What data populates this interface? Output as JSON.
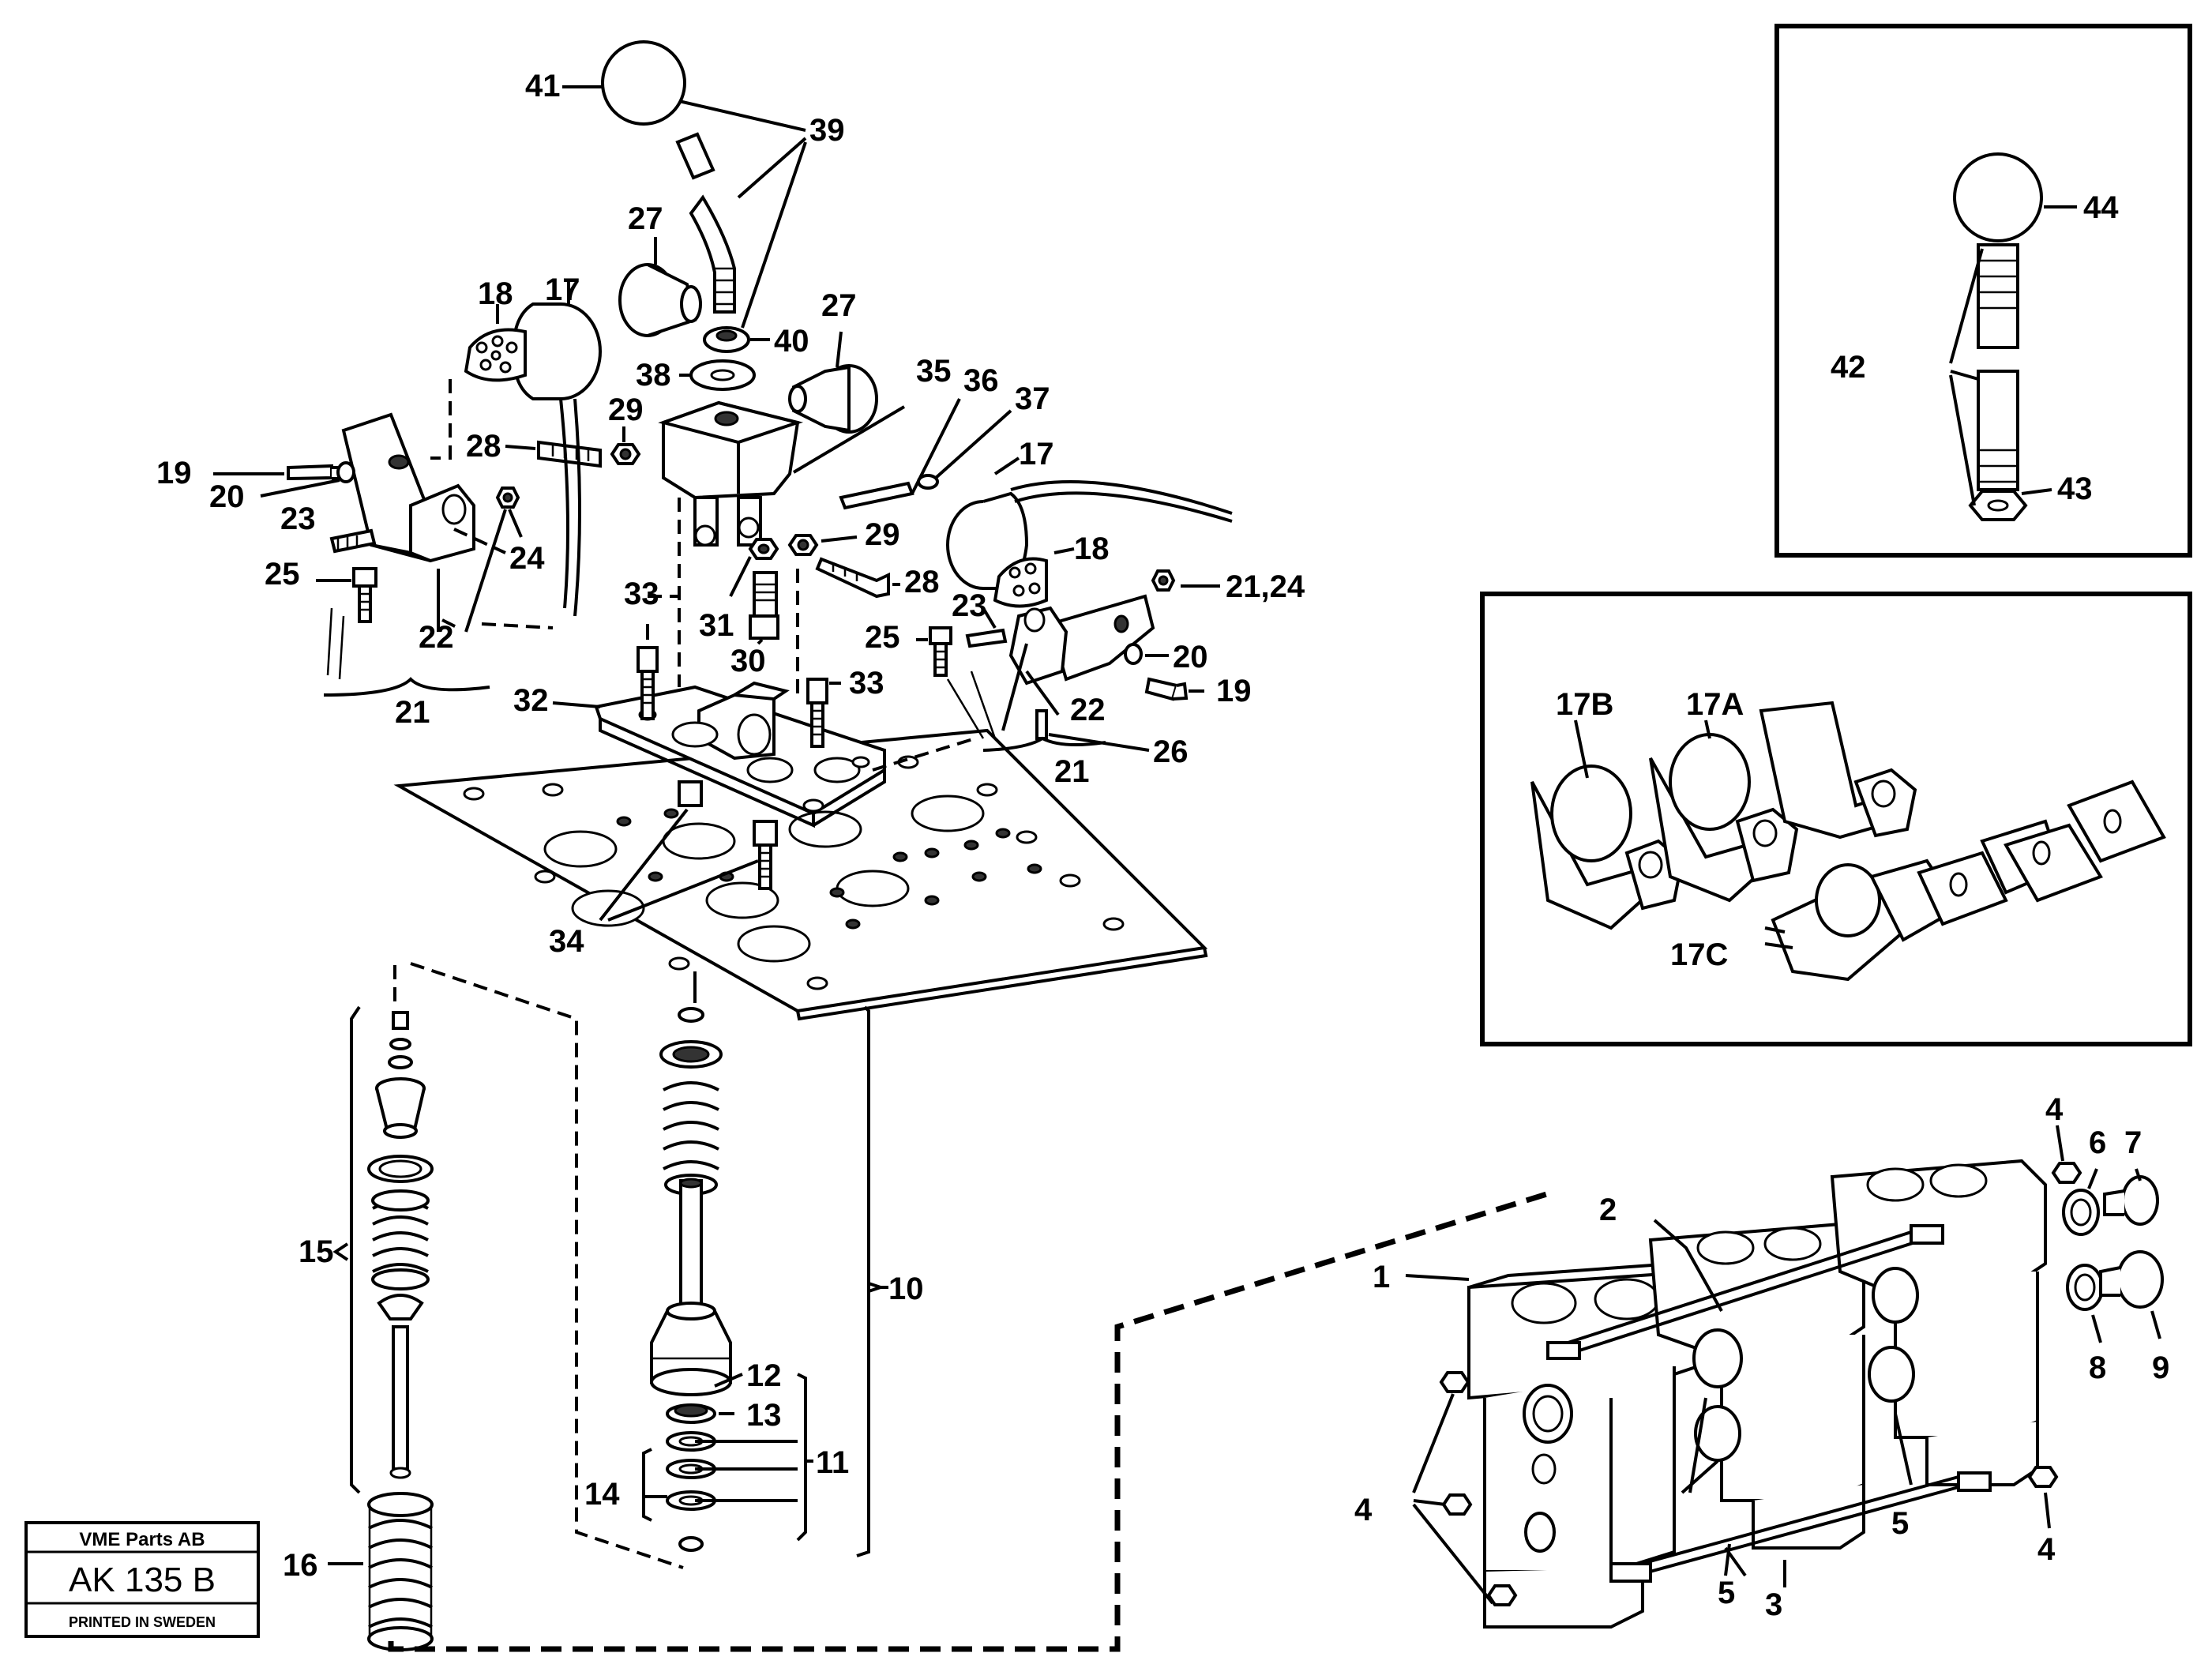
{
  "callouts": {
    "c1": "1",
    "c2": "2",
    "c3": "3",
    "c4a": "4",
    "c4b": "4",
    "c4c": "4",
    "c5a": "5",
    "c5b": "5",
    "c6": "6",
    "c7": "7",
    "c8": "8",
    "c9": "9",
    "c10": "10",
    "c11": "11",
    "c12": "12",
    "c13": "13",
    "c14": "14",
    "c15": "15",
    "c16": "16",
    "c17a": "17",
    "c17b": "17",
    "c18a": "18",
    "c18b": "18",
    "c19a": "19",
    "c19b": "19",
    "c20a": "20",
    "c20b": "20",
    "c21a": "21",
    "c21b": "21",
    "c21_24": "21,24",
    "c22a": "22",
    "c22b": "22",
    "c23a": "23",
    "c23b": "23",
    "c24": "24",
    "c25a": "25",
    "c25b": "25",
    "c26": "26",
    "c27a": "27",
    "c27b": "27",
    "c28a": "28",
    "c28b": "28",
    "c29a": "29",
    "c29b": "29",
    "c30": "30",
    "c31": "31",
    "c32": "32",
    "c33a": "33",
    "c33b": "33",
    "c34": "34",
    "c35": "35",
    "c36": "36",
    "c37": "37",
    "c38": "38",
    "c39": "39",
    "c40": "40",
    "c41": "41",
    "c42": "42",
    "c43": "43",
    "c44": "44",
    "c17A": "17A",
    "c17B": "17B",
    "c17C": "17C"
  },
  "stamp": {
    "company": "VME Parts AB",
    "code": "AK 135 B",
    "printed": "PRINTED IN SWEDEN"
  }
}
